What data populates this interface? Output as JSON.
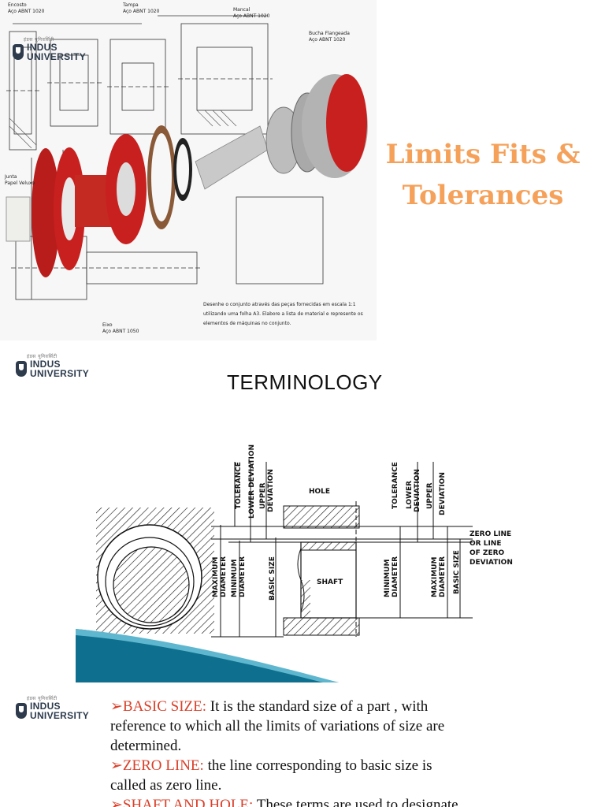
{
  "brand": {
    "hindi": "इंडस युनिवर्सिटी",
    "line1": "INDUS",
    "line2": "UNIVERSITY"
  },
  "slide1": {
    "title_line1": "Limits Fits &",
    "title_line2": "Tolerances",
    "drawing": {
      "l1": "Encosto",
      "l2": "Aço ABNT 1020",
      "l3": "Tampa",
      "l4": "Aço ABNT 1020",
      "l5": "Mancal",
      "l6": "Aço ABNT 1020",
      "l7": "Bucha Flangeada",
      "l8": "Aço ABNT 1020",
      "l9": "Junta",
      "l10": "Papel Veluxo",
      "l11": "Eixo",
      "l12": "Aço ABNT 1050",
      "note1": "Desenhe o conjunto através das peças fornecidas em escala 1:1",
      "note2": "utilizando uma folha A3. Elabore a lista de material e represente os",
      "note3": "elementos de máquinas no conjunto."
    }
  },
  "slide2": {
    "title": "TERMINOLOGY",
    "labels": {
      "tolerance": "TOLERANCE",
      "lower": "LOWER DEVIATION",
      "upper1": "UPPER",
      "upper2": "DEVIATION",
      "lower2a": "LOWER",
      "lower2b": "DEVIATION",
      "hole": "HOLE",
      "shaft": "SHAFT",
      "max1": "MAXIMUM",
      "max2": "DIAMETER",
      "min1": "MINIMUM",
      "min2": "DIAMETER",
      "basic": "BASIC SIZE",
      "zero1": "ZERO LINE",
      "zero2": "OR LINE",
      "zero3": "OF ZERO",
      "zero4": "DEVIATION"
    }
  },
  "slide3": {
    "t1": "BASIC SIZE:",
    "t1b": " It is the standard size of a part , with",
    "t2": "reference to which all the limits of variations of size are",
    "t3": "determined.",
    "t4": "ZERO LINE:",
    "t4b": "  the line corresponding to basic size is",
    "t5": "called as zero line.",
    "t6": "SHAFT AND HOLE:",
    "t6b": " These terms are used to designate",
    "bullet": "➢"
  },
  "colors": {
    "title_orange": "#f5a15a",
    "red_part": "#c8201f",
    "term_red": "#d9402a",
    "teal": "#0e6f8e",
    "navy": "#2d3b4d"
  }
}
